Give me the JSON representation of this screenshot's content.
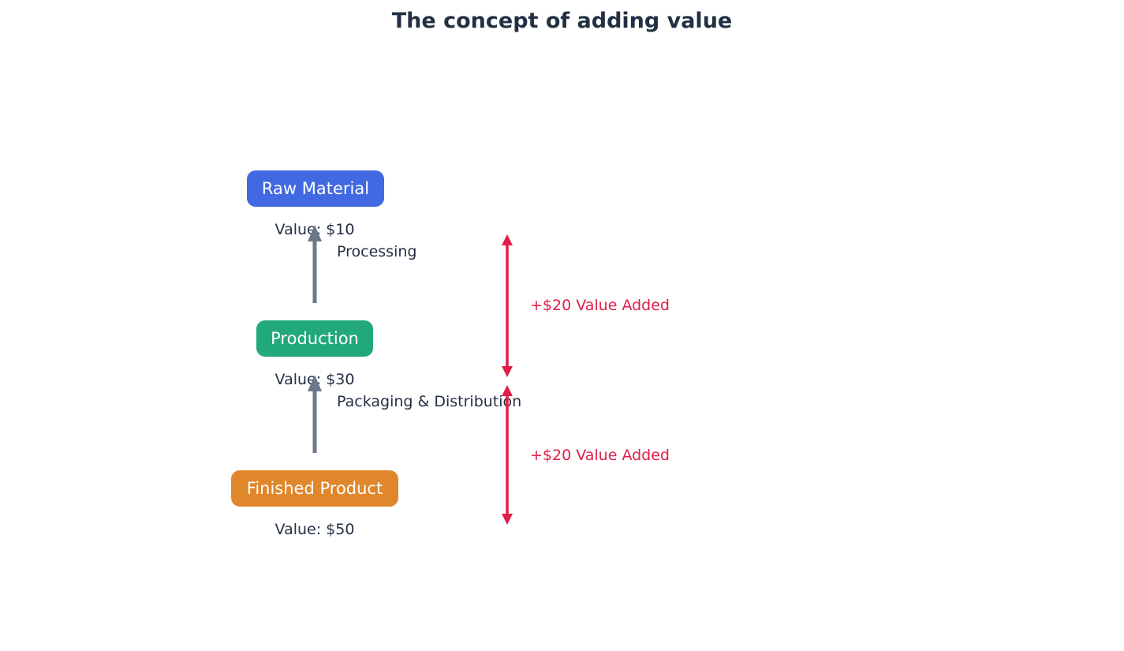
{
  "title": "The concept of adding value",
  "stages": [
    {
      "label": "Raw Material",
      "value": "Value: $10",
      "color": "#4169e1"
    },
    {
      "label": "Production",
      "value": "Value: $30",
      "color": "#21a87c"
    },
    {
      "label": "Finished Product",
      "value": "Value: $50",
      "color": "#e0872b"
    }
  ],
  "processes": [
    {
      "label": "Processing"
    },
    {
      "label": "Packaging & Distribution"
    }
  ],
  "value_added_annotations": [
    {
      "label": "+$20 Value Added"
    },
    {
      "label": "+$20 Value Added"
    }
  ],
  "colors": {
    "background": "#ffffff",
    "text": "#233044",
    "process_arrow": "#6b7889",
    "value_added": "#e11d48"
  }
}
